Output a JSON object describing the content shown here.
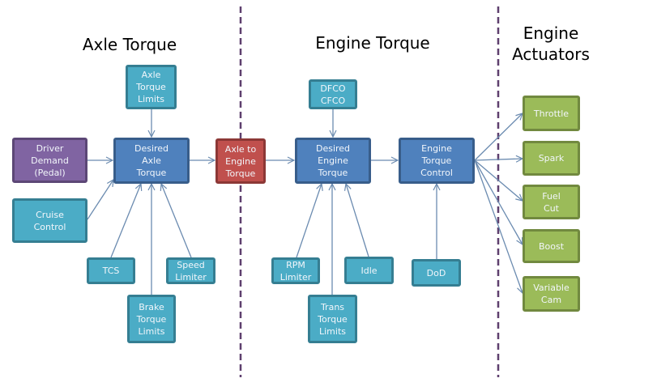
{
  "sections": {
    "axle_torque": "Axle Torque",
    "engine_torque": "Engine Torque",
    "engine_actuators": "Engine\nActuators"
  },
  "boxes": {
    "axle_torque_limits": "Axle\nTorque\nLimits",
    "driver_demand": "Driver\nDemand\n(Pedal)",
    "desired_axle_torque": "Desired\nAxle\nTorque",
    "cruise_control": "Cruise\nControl",
    "tcs": "TCS",
    "speed_limiter": "Speed\nLimiter",
    "brake_torque_limits": "Brake\nTorque\nLimits",
    "axle_to_engine_torque": "Axle to\nEngine\nTorque",
    "dfco_cfco": "DFCO\nCFCO",
    "desired_engine_torque": "Desired\nEngine\nTorque",
    "engine_torque_control": "Engine\nTorque\nControl",
    "rpm_limiter": "RPM\nLimiter",
    "idle": "Idle",
    "trans_torque_limits": "Trans\nTorque\nLimits",
    "dod": "DoD",
    "throttle": "Throttle",
    "spark": "Spark",
    "fuel_cut": "Fuel\nCut",
    "boost": "Boost",
    "variable_cam": "Variable\nCam"
  },
  "colors": {
    "input": "#4bacc6",
    "process": "#4f81bd",
    "driver": "#8064a2",
    "conversion": "#c0504d",
    "actuator": "#9bbb59",
    "divider": "#5e3f6e",
    "connector": "#6b8bb0"
  }
}
